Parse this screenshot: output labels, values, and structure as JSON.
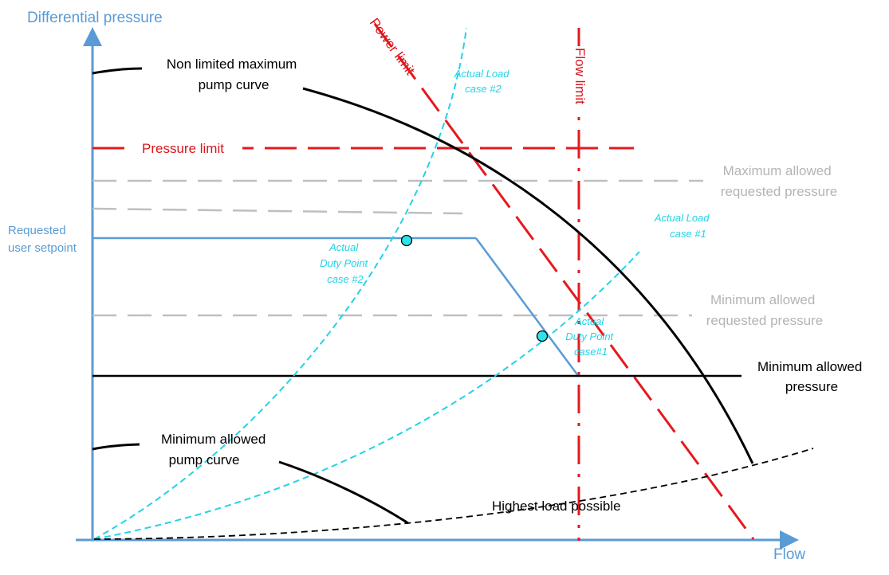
{
  "axes": {
    "y_label": "Differential pressure",
    "x_label": "Flow"
  },
  "labels": {
    "non_limited_curve": [
      "Non limited maximum",
      "pump curve"
    ],
    "pressure_limit": "Pressure limit",
    "power_limit": "Power limit",
    "flow_limit": "Flow limit",
    "max_allowed_requested": [
      "Maximum allowed",
      "requested pressure"
    ],
    "min_allowed_requested": [
      "Minimum allowed",
      "requested pressure"
    ],
    "requested_setpoint": [
      "Requested",
      "user setpoint"
    ],
    "min_allowed_pressure": [
      "Minimum allowed",
      "pressure"
    ],
    "min_allowed_pump_curve": [
      "Minimum allowed",
      "pump curve"
    ],
    "highest_load": "Highest load possible",
    "actual_load_2": [
      "Actual Load",
      "case #2"
    ],
    "actual_load_1": [
      "Actual Load",
      "case #1"
    ],
    "duty_point_2": [
      "Actual",
      "Duty Point",
      "case #2"
    ],
    "duty_point_1": [
      "Actual",
      "Duty Point",
      "case#1"
    ]
  },
  "colors": {
    "axis": "#5b9bd5",
    "limit": "#e5191f",
    "limit_text": "#d9161c",
    "grey": "#bfbfbf",
    "grey_text": "#b4b4b4",
    "cyan": "#22d3e6",
    "point_fill": "#2de3ea",
    "black": "#000000"
  }
}
